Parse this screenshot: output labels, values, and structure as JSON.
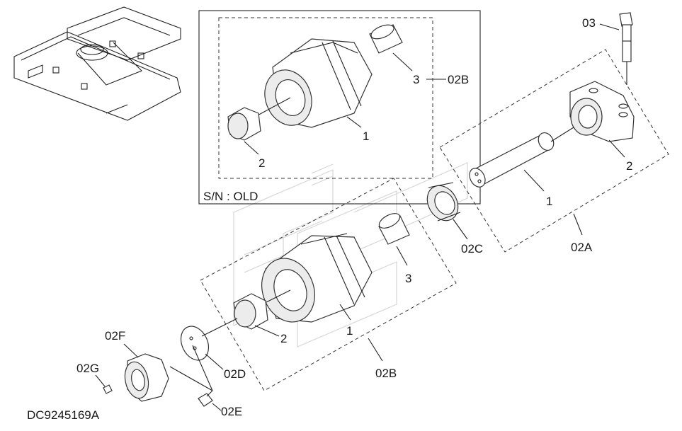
{
  "diagram": {
    "drawing_id": "DC9245169A",
    "old_box_caption": "S/N : OLD",
    "labels": {
      "old_bushing_number": "3",
      "old_assy_label": "02B",
      "old_roller_number": "1",
      "old_collar_number": "2",
      "bolt_label": "03",
      "bracket_number": "2",
      "shaft_number": "1",
      "shaft_assy_label": "02A",
      "seal_label": "02C",
      "bushing_number": "3",
      "roller_number": "1",
      "collar_number": "2",
      "plate_label": "02D",
      "assy_label": "02B",
      "cap_label": "02F",
      "plug_label": "02G",
      "screw_label": "02E"
    }
  }
}
